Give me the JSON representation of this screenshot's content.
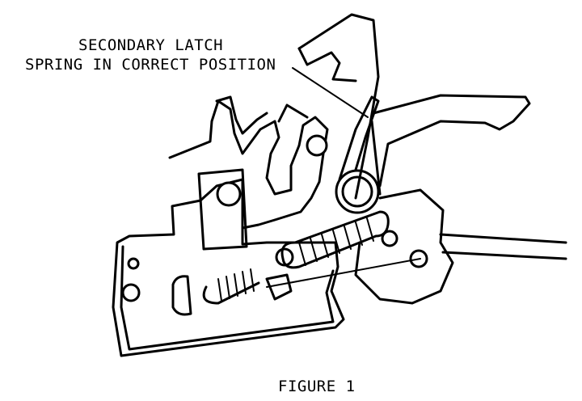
{
  "figure": {
    "callout": {
      "line1": "SECONDARY LATCH",
      "line2": "SPRING IN CORRECT POSITION"
    },
    "caption": "FIGURE 1"
  }
}
